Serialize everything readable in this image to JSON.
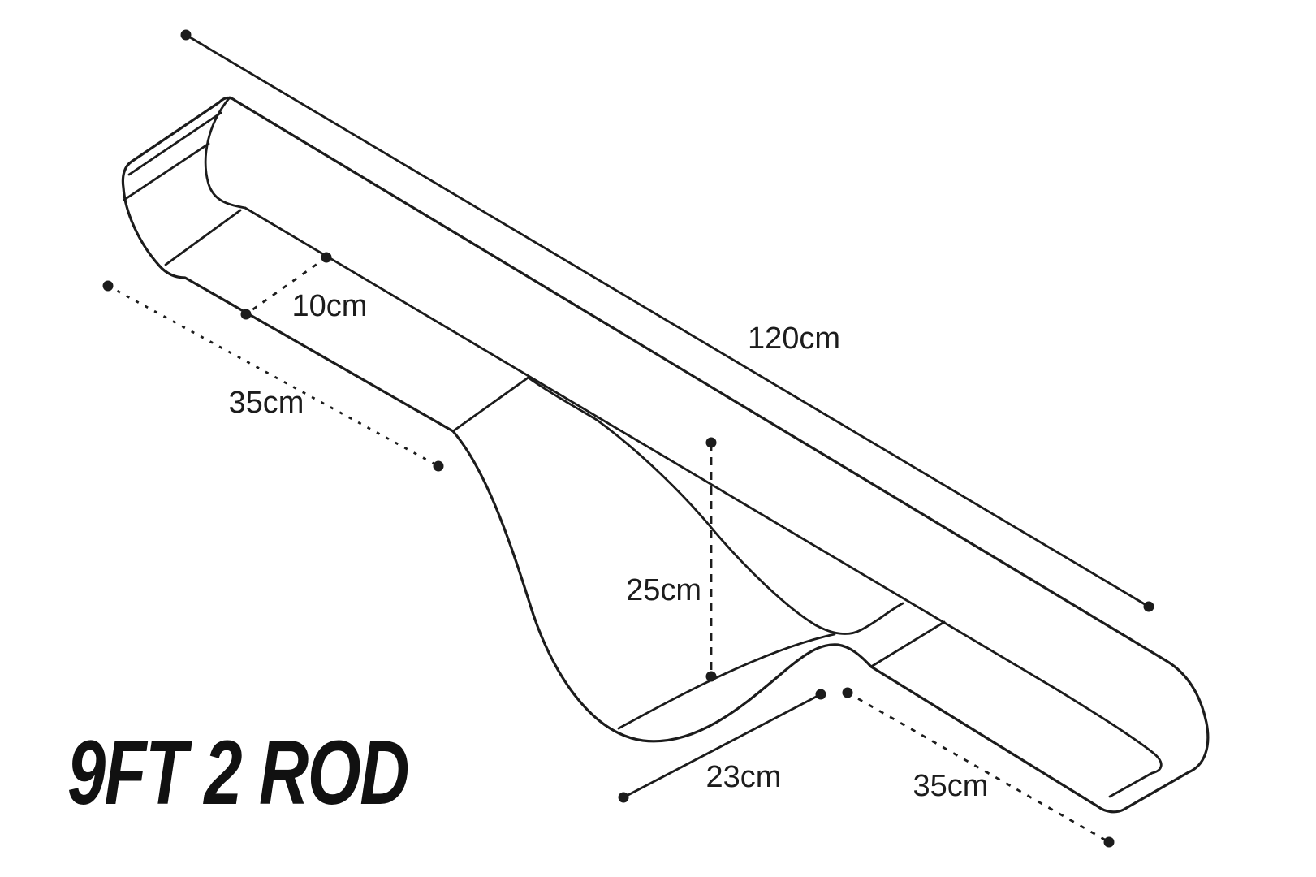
{
  "title": "9FT 2 ROD",
  "colors": {
    "line": "#1c1c1c",
    "background": "#ffffff"
  },
  "dimensions": {
    "total_length": {
      "label": "120cm"
    },
    "tip_width": {
      "label": "10cm"
    },
    "tip_section": {
      "label": "35cm"
    },
    "pocket_depth": {
      "label": "25cm"
    },
    "pocket_length": {
      "label": "23cm"
    },
    "butt_section": {
      "label": "35cm"
    }
  }
}
